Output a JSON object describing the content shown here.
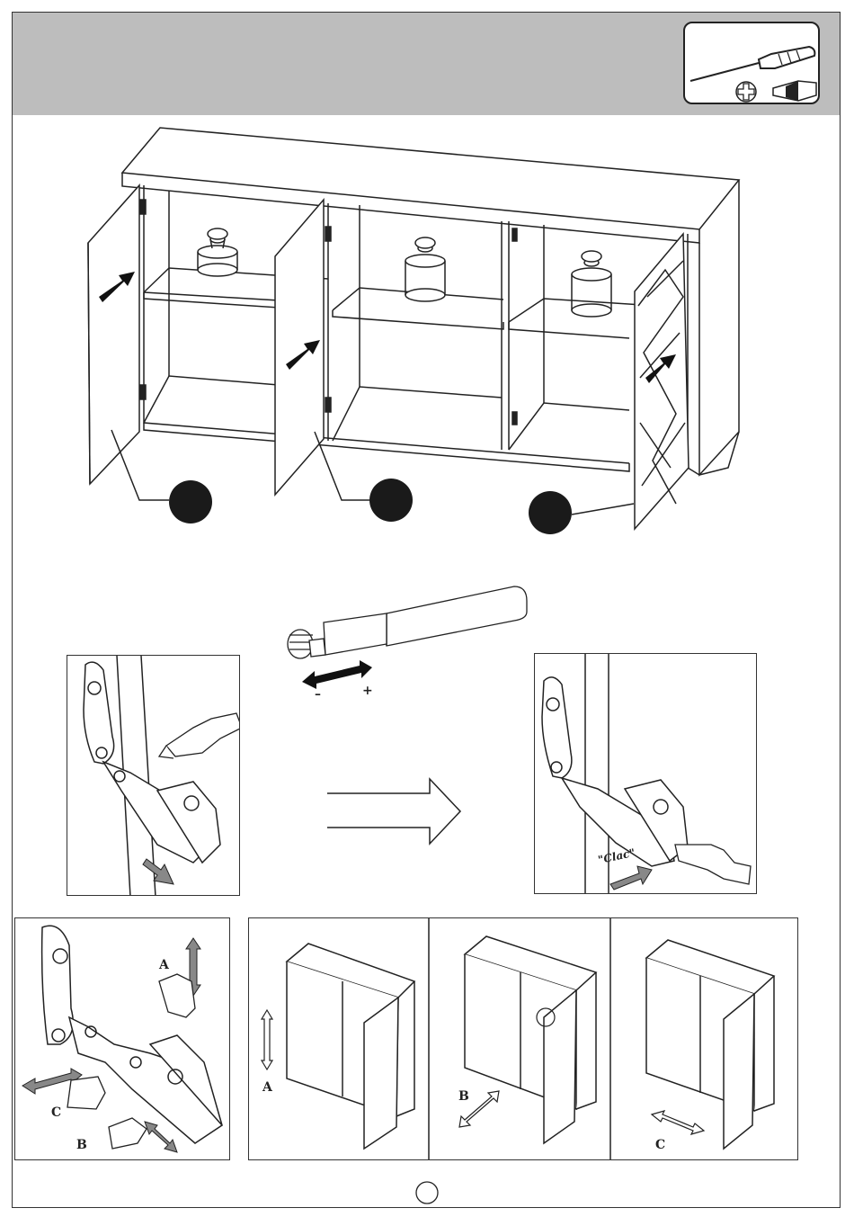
{
  "tools": {
    "items": [
      "screwdriver-icon",
      "phillips-bit-icon",
      "flat-bit-icon"
    ]
  },
  "adjuster": {
    "minus": "–",
    "plus": "+"
  },
  "hinge_after": {
    "sound": "\"Clac\""
  },
  "adjust_labels": {
    "a": "A",
    "b": "B",
    "c": "C"
  },
  "colors": {
    "header": "#bdbdbd",
    "ink": "#222222",
    "marker": "#1a1a1a",
    "arrow_gray": "#777777"
  }
}
